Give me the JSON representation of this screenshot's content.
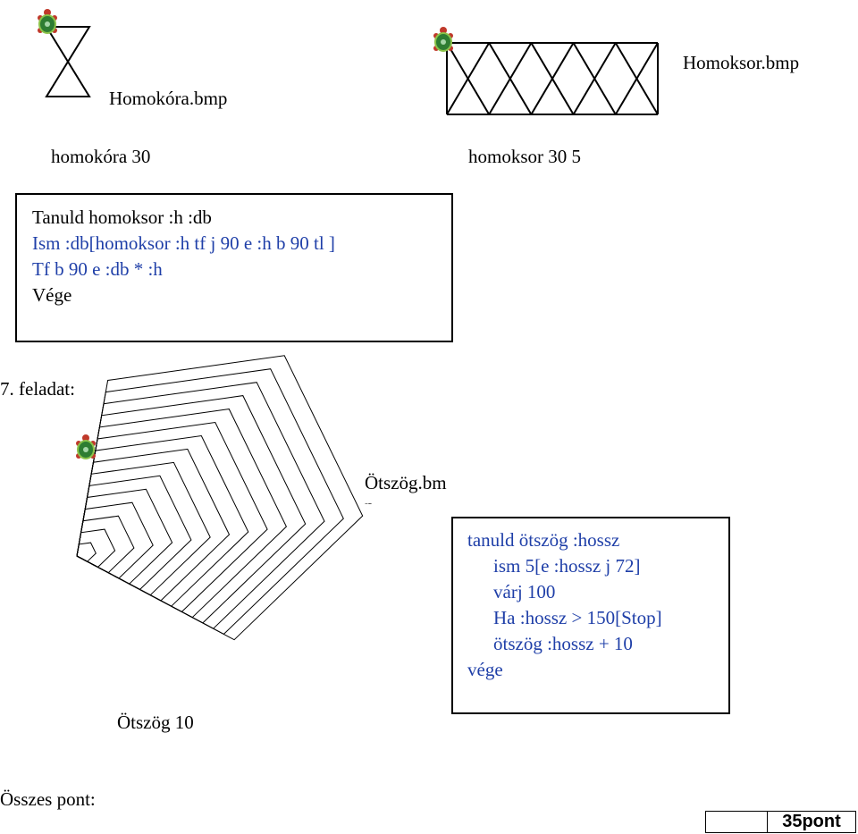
{
  "figures": {
    "homokora_file": "Homokóra.bmp",
    "homokora_call": "homokóra 30",
    "homoksor_file": "Homoksor.bmp",
    "homoksor_call": "homoksor 30 5"
  },
  "code_box_1": {
    "lines": [
      "Tanuld homoksor :h :db",
      "Ism :db[homoksor :h tf j 90 e :h b 90 tl ]",
      "Tf b 90 e :db * :h",
      "Vége"
    ]
  },
  "task": {
    "title": "7. feladat:",
    "otszog_file": "Ötszög.bm",
    "otszog_file_tail": "p",
    "otszog_call": "Ötszög 10"
  },
  "code_box_2": {
    "lines": [
      "tanuld ötszög :hossz",
      "ism 5[e :hossz j 72]",
      "várj 100",
      "Ha :hossz > 150[Stop]",
      "ötszög :hossz + 10",
      "vége"
    ]
  },
  "footer": {
    "total_label": "Összes pont:",
    "score": "35pont"
  },
  "colors": {
    "code_blue": "#1f3fa8",
    "turtle_shell": "#2e7d32",
    "turtle_body": "#c0392b"
  },
  "icons": [
    "turtle-icon"
  ]
}
